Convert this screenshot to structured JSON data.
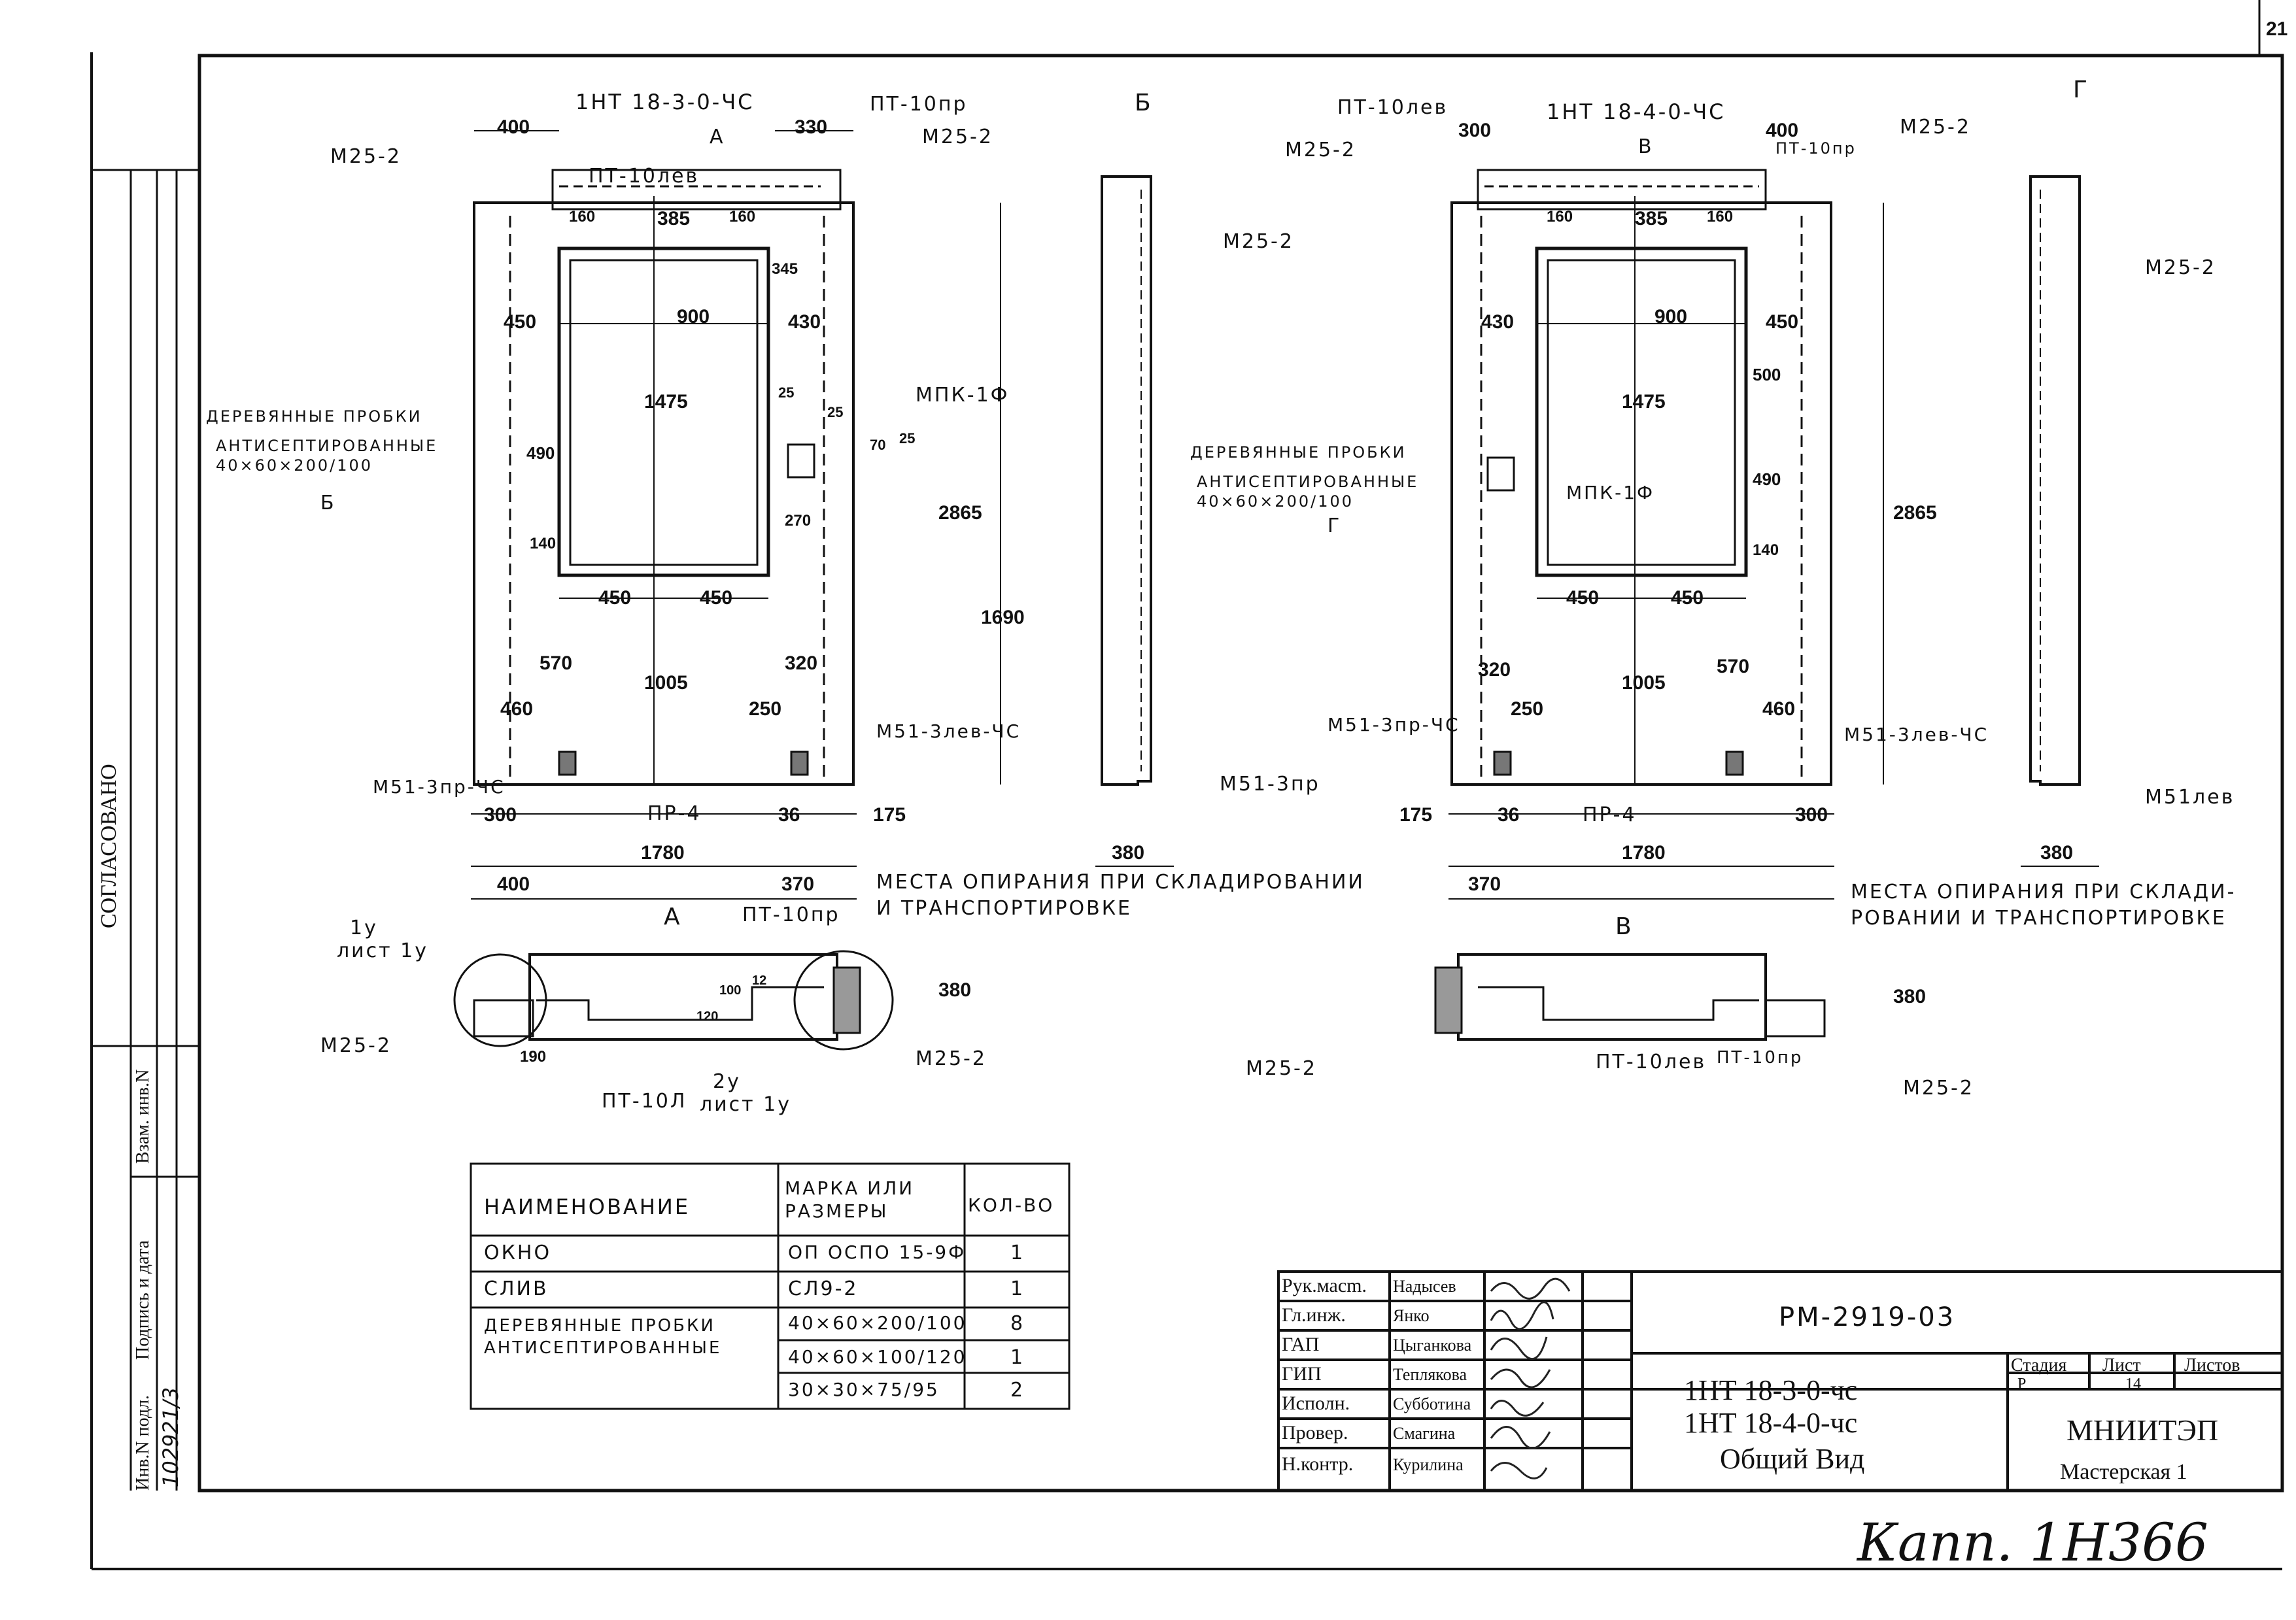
{
  "sheet_number_corner": "21",
  "side_stamp": {
    "agreed": "СОГЛАСОВАНО",
    "inv_orig": "Инв.N подл.",
    "sign_date": "Подпись и дата",
    "replace_inv": "Взам. инв.N",
    "inv_value": "102921/3"
  },
  "panel_left": {
    "title": "1НТ 18-3-0-ЧС",
    "dims": [
      "400",
      "330",
      "385",
      "160",
      "160",
      "450",
      "900",
      "430",
      "345",
      "1475",
      "2865",
      "490",
      "140",
      "450",
      "450",
      "1690",
      "1005",
      "570",
      "320",
      "460",
      "250",
      "25",
      "25",
      "70",
      "25",
      "270",
      "300",
      "36",
      "175",
      "1780",
      "400",
      "370"
    ],
    "labels": [
      "ПТ-10пр",
      "М25-2",
      "ПТ-10лев",
      "М25-2",
      "МПК-1Ф",
      "М51-3лев-ЧС",
      "М51-3пр-ЧС",
      "ПР-4",
      "А",
      "Б"
    ],
    "wood_note_1": "ДЕРЕВЯННЫЕ ПРОБКИ",
    "wood_note_2": "АНТИСЕПТИРОВАННЫЕ",
    "wood_note_3": "40×60×200/100"
  },
  "section_B": {
    "title": "Б",
    "labels": [
      "М25-2",
      "М51-3пр"
    ],
    "dims": [
      "380"
    ]
  },
  "panel_right": {
    "title": "1НТ 18-4-0-ЧС",
    "dims": [
      "300",
      "400",
      "385",
      "160",
      "160",
      "430",
      "900",
      "450",
      "500",
      "1475",
      "2865",
      "490",
      "140",
      "450",
      "450",
      "1005",
      "320",
      "570",
      "250",
      "460",
      "175",
      "36",
      "300",
      "1780",
      "370"
    ],
    "labels": [
      "ПТ-10лев",
      "М25-2",
      "ПТ-10пр",
      "М25-2",
      "МПК-1Ф",
      "М51-3пр-ЧС",
      "М51-3лев-ЧС",
      "ПР-4",
      "В",
      "Г"
    ],
    "wood_note_1": "ДЕРЕВЯННЫЕ ПРОБКИ",
    "wood_note_2": "АНТИСЕПТИРОВАННЫЕ",
    "wood_note_3": "40×60×200/100"
  },
  "section_G": {
    "title": "Г",
    "labels": [
      "М25-2",
      "М51лев"
    ],
    "dims": [
      "380"
    ]
  },
  "support_note_left": [
    "МЕСТА ОПИРАНИЯ ПРИ СКЛАДИРОВАНИИ",
    "И ТРАНСПОРТИРОВКЕ"
  ],
  "support_note_right": [
    "МЕСТА ОПИРАНИЯ ПРИ СКЛАДИ-",
    "РОВАНИИ И ТРАНСПОРТИРОВКЕ"
  ],
  "section_A": {
    "title": "А",
    "labels": [
      "ПТ-10пр",
      "М25-2",
      "М25-2",
      "ПТ-10Л"
    ],
    "dims": [
      "380",
      "190",
      "120",
      "100",
      "12"
    ],
    "callout_1": [
      "1у",
      "лист 1у"
    ],
    "callout_2": [
      "2у",
      "лист 1у"
    ]
  },
  "section_V": {
    "title": "В",
    "labels": [
      "М25-2",
      "ПТ-10лев",
      "ПТ-10пр",
      "М25-2"
    ],
    "dims": [
      "380"
    ]
  },
  "spec_table": {
    "headers": [
      "НАИМЕНОВАНИЕ",
      "МАРКА ИЛИ РАЗМЕРЫ",
      "КОЛ-ВО"
    ],
    "rows": [
      {
        "name": "ОКНО",
        "mark": "ОП ОСПО 15-9Ф",
        "qty": "1"
      },
      {
        "name": "СЛИВ",
        "mark": "СЛ9-2",
        "qty": "1"
      },
      {
        "name": "ДЕРЕВЯННЫЕ ПРОБКИ АНТИСЕПТИРОВАННЫЕ",
        "mark": "40×60×200/100",
        "qty": "8"
      },
      {
        "name": "",
        "mark": "40×60×100/120",
        "qty": "1"
      },
      {
        "name": "",
        "mark": "30×30×75/95",
        "qty": "2"
      }
    ]
  },
  "title_block": {
    "roles": [
      {
        "role": "Рук.масm.",
        "name": "Надысев"
      },
      {
        "role": "Гл.инж.",
        "name": "Янко"
      },
      {
        "role": "ГАП",
        "name": "Цыганкова"
      },
      {
        "role": "ГИП",
        "name": "Теплякова"
      },
      {
        "role": "Исполн.",
        "name": "Субботина"
      },
      {
        "role": "Провер.",
        "name": "Смагина"
      },
      {
        "role": "Н.контр.",
        "name": "Курилина"
      }
    ],
    "doc_code": "РМ-2919-03",
    "desc_1": "1НТ 18-3-0-чс",
    "desc_2": "1НТ 18-4-0-чс",
    "desc_3": "Общий Вид",
    "stage_header": "Стадия",
    "sheet_header": "Лист",
    "sheets_header": "Листов",
    "stage_value": "Р",
    "sheet_value": "14",
    "org": "МНИИТЭП",
    "workshop": "Мастерская 1"
  },
  "archive_note": "Капп. 1Н366"
}
